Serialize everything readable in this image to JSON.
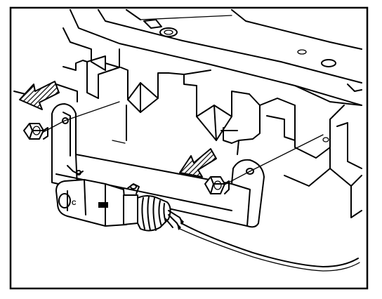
{
  "diagram": {
    "parts": [
      {
        "name": "radiator-support",
        "icon": "support-frame"
      },
      {
        "name": "bumper-mounting-bracket",
        "icon": "bracket"
      },
      {
        "name": "nut-left",
        "icon": "hex-nut"
      },
      {
        "name": "nut-right",
        "icon": "hex-nut"
      },
      {
        "name": "removal-arrow-left",
        "icon": "hatched-arrow"
      },
      {
        "name": "removal-arrow-right",
        "icon": "hatched-arrow"
      },
      {
        "name": "electrical-connector",
        "icon": "connector"
      },
      {
        "name": "wire-harness",
        "icon": "wire"
      }
    ],
    "colors": {
      "line": "#000000",
      "background": "#ffffff"
    }
  }
}
